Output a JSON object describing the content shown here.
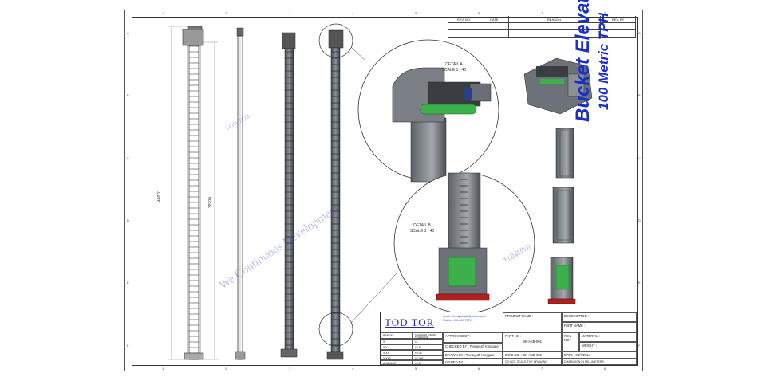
{
  "revision_table": {
    "rev_no": "REV. NO.",
    "date": "DATE",
    "reason": "REASON.",
    "rev_by": "REV. BY"
  },
  "zones": {
    "columns": [
      "1",
      "2",
      "3",
      "4",
      "5",
      "6",
      "7",
      "8"
    ],
    "rows": [
      "A",
      "B",
      "C",
      "D",
      "E",
      "F"
    ]
  },
  "drawing": {
    "dim_overall": "40270",
    "dim_inner": "38700",
    "detail_a": "DETAIL A",
    "detail_a_scale": "SCALE 1 : 40",
    "detail_b": "DETAIL B",
    "detail_b_scale": "SCALE 1 : 40"
  },
  "title": {
    "main": "Bucket Elevator",
    "sub": "100 Metric TPH"
  },
  "watermarks": {
    "main": "We Continuous Development",
    "brand": "TOD TOR",
    "thai": "ทอดตอ"
  },
  "title_block": {
    "company": "TOD TOR",
    "email": "email : teerayuthkkk@yahoo.co.th",
    "mobile": "Mobile : 094 424 7570",
    "project_name": "PROJECT NAME :",
    "description": "DESCRIPTION :",
    "part_name": "PART NAME :",
    "approved_by": "APPROVED BY :",
    "part_no_label": "PART NO :",
    "part_no": "BK-ASB-001",
    "rev_no": "REV NO :",
    "material": "MATERIAL :",
    "checked_by": "CHECKED BY : Teerayuth Kinggate",
    "weight": "WEIGHT :",
    "drawn_by": "DRAWN BY : Teerayuth Kinggate",
    "dwg_no": "DWG NO. :  BK-ASB-001",
    "date": "DATE :  24/7/2014",
    "issued_by": "ISSUED BY :",
    "no_scale": "DO NOT SCALE THE DRAWING",
    "dimension": "DIMENSION IN MILLIMETERS",
    "tol_header": "RANGE",
    "tol_header2": "STANDARD & BASIC TOLERANCE",
    "tol_rows": [
      [
        "X",
        "±1"
      ],
      [
        "X.X",
        "±0.5"
      ],
      [
        "X.XX",
        "±0.05"
      ],
      [
        "X.XXX",
        "±0.005"
      ],
      [
        "ANGULAR",
        "±0.5"
      ]
    ]
  }
}
